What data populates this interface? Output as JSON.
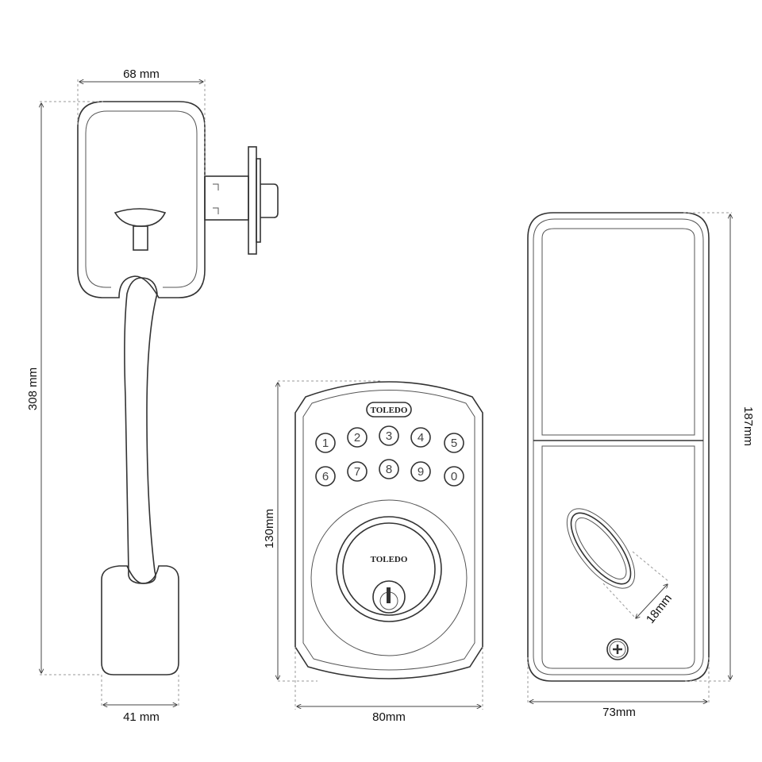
{
  "dimensions": {
    "handle_width": "68 mm",
    "handle_height": "308 mm",
    "thumb_width": "41 mm",
    "keypad_height": "130mm",
    "keypad_width": "80mm",
    "interior_height": "187mm",
    "interior_width": "73mm",
    "thumbturn_width": "18mm"
  },
  "keypad": {
    "brand": "TOLEDO",
    "cylinder_brand": "TOLEDO",
    "keys": [
      "1",
      "2",
      "3",
      "4",
      "5",
      "6",
      "7",
      "8",
      "9",
      "0"
    ]
  },
  "icons": {
    "screw": "phillips-screw-icon",
    "keyhole": "keyhole-icon"
  }
}
